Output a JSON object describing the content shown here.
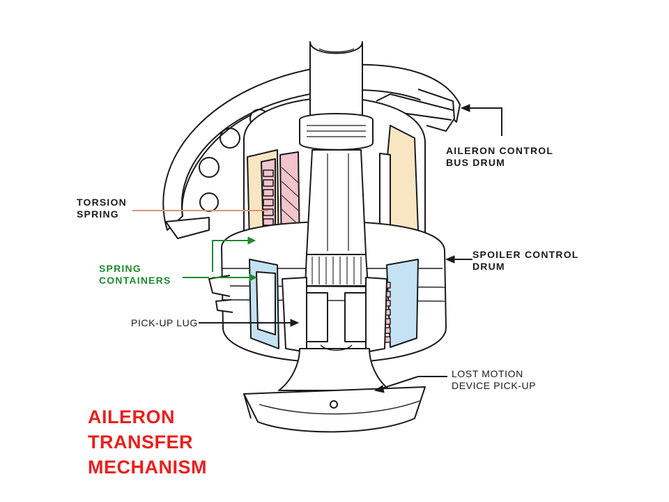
{
  "labels": {
    "aileron_bus_drum": [
      "AILERON CONTROL",
      "BUS DRUM"
    ],
    "torsion_spring": [
      "TORSION",
      "SPRING"
    ],
    "spring_containers": [
      "SPRING",
      "CONTAINERS"
    ],
    "spoiler_drum": [
      "SPOILER CONTROL",
      "DRUM"
    ],
    "pickup_lug": [
      "PICK-UP LUG"
    ],
    "lost_motion": [
      "LOST MOTION",
      "DEVICE PICK-UP"
    ]
  },
  "title": [
    "AILERON",
    "TRANSFER",
    "MECHANISM"
  ],
  "colors": {
    "outline": "#1a1a1a",
    "spring_red": "#f3c4cc",
    "container_yellow": "#f8e6c2",
    "container_blue": "#c4e2f3",
    "leader_orange": "#d9937a",
    "leader_green": "#1d8a2e",
    "title_red": "#e8201e"
  }
}
